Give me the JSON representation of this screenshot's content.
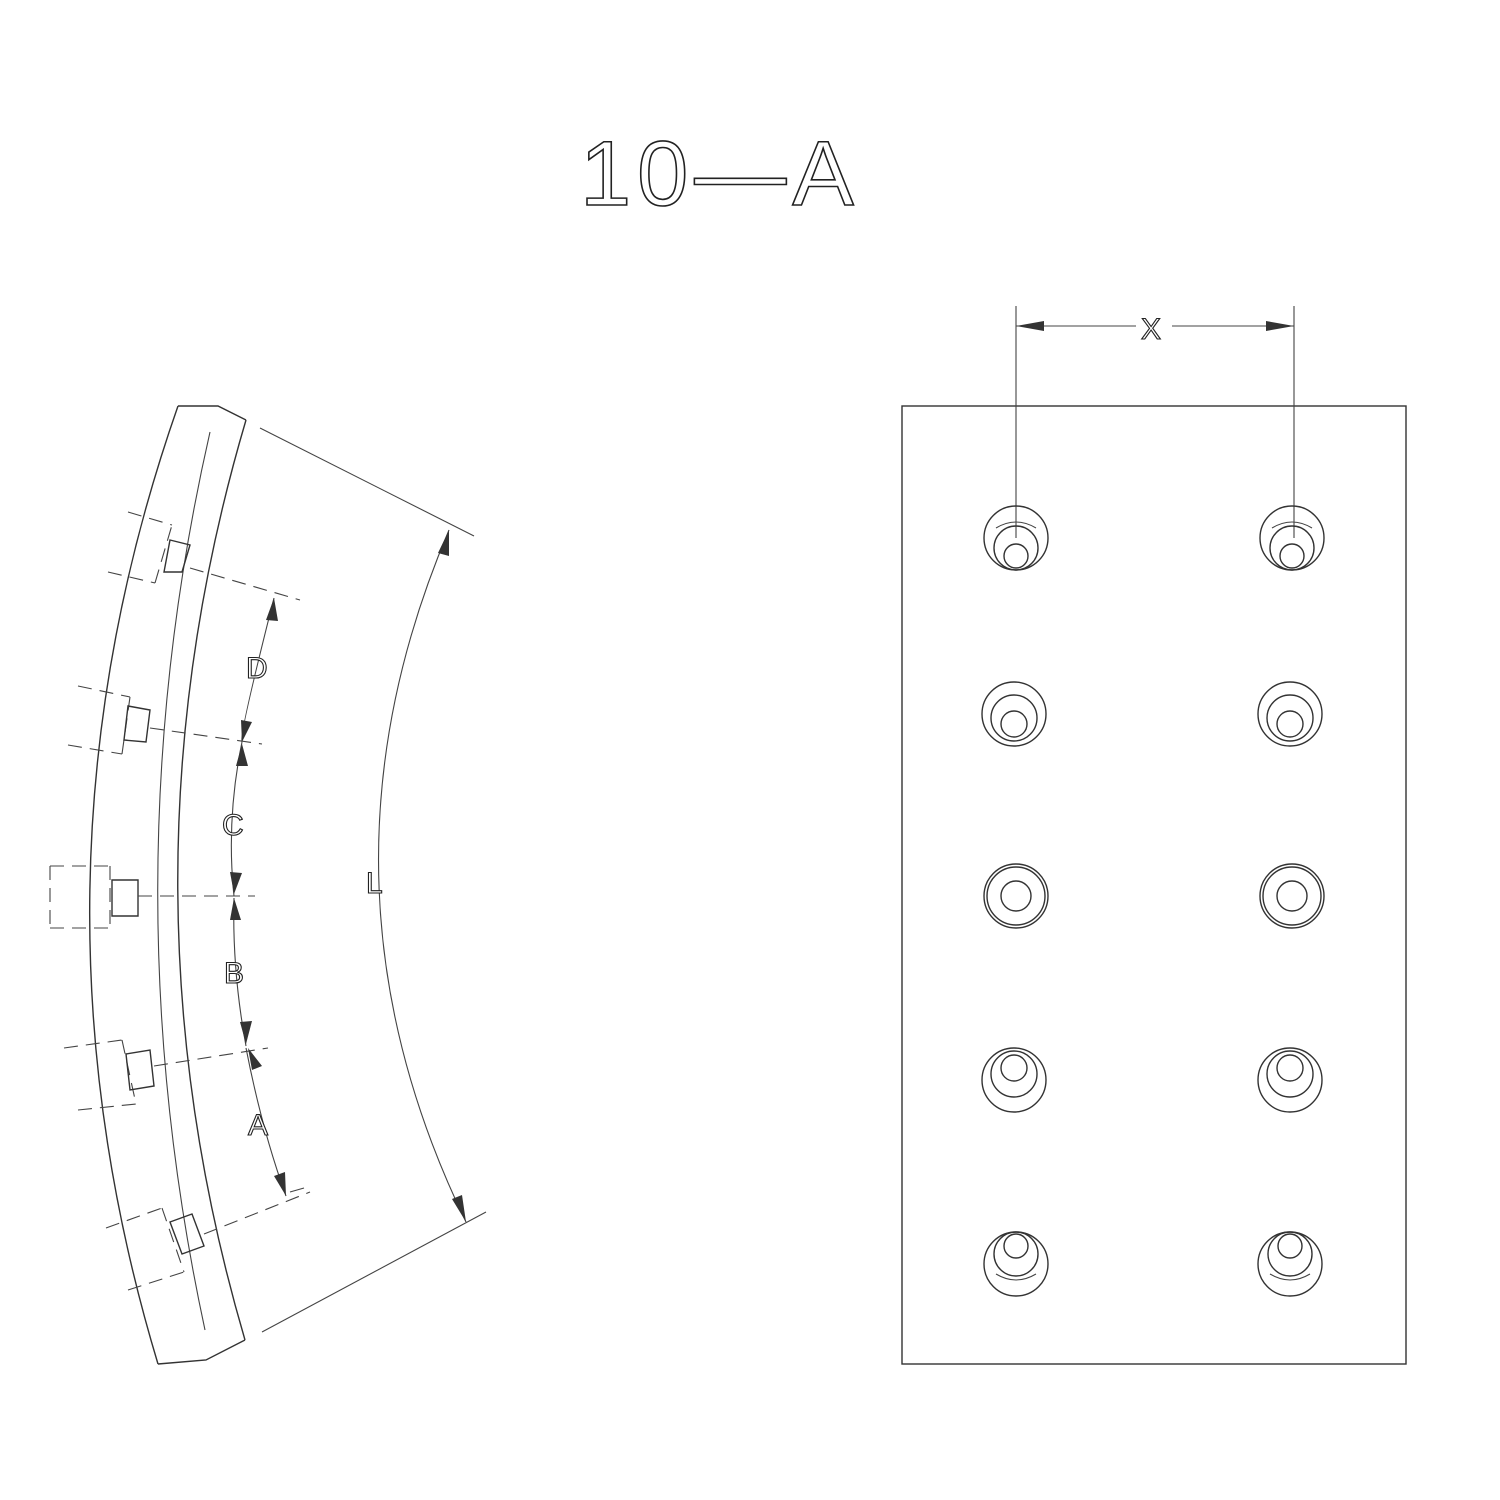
{
  "title": "10—A",
  "labels": {
    "d": "D",
    "c": "C",
    "b": "B",
    "a": "A",
    "l": "L",
    "x": "X"
  }
}
